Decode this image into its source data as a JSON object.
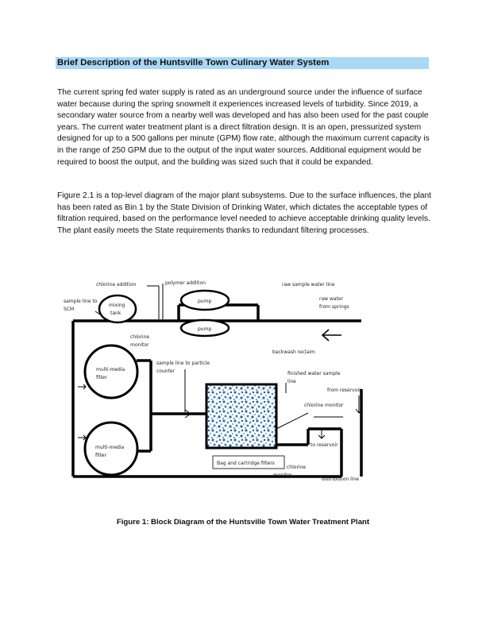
{
  "heading": "Brief Description of the Huntsville Town Culinary Water System",
  "paragraphs": [
    "The current spring fed water supply is rated as an underground source under the influence of surface water because during the spring snowmelt it experiences increased levels of turbidity. Since 2019, a secondary water source from a nearby well was developed and has also been used for the past couple years. The current water treatment plant is a direct filtration design. It is an open, pressurized system designed for up to a 500 gallons per minute (GPM) flow rate, although the maximum current capacity is in the range of 250 GPM due to the output of the input water sources. Additional equipment would be required to boost the output, and the building was sized such that it could be expanded.",
    "Figure 2.1 is a top-level diagram of the major plant subsystems. Due to the surface influences, the plant has been rated as Bin 1 by the State Division of Drinking Water, which dictates the acceptable types of filtration required, based on the performance level needed to achieve acceptable drinking quality levels. The plant easily meets the State requirements thanks to redundant filtering processes."
  ],
  "diagram": {
    "labels": {
      "chlorine_addition": "chlorine addition",
      "polymer_addition": "polymer addition",
      "raw_sample_water_line": "raw sample water line",
      "sample_line_to_scm_1": "sample line to",
      "sample_line_to_scm_2": "SCM",
      "mixing_tank_1": "mixing",
      "mixing_tank_2": "tank",
      "pump_top": "pump",
      "pump_bottom": "pump",
      "raw_water_1": "raw water",
      "raw_water_2": "from springs",
      "chlorine_monitor_left_1": "chlorine",
      "chlorine_monitor_left_2": "monitor",
      "backwash_reclaim": "backwash reclaim",
      "multimedia_filter_top_1": "multi-media",
      "multimedia_filter_top_2": "filter",
      "multimedia_filter_bottom_1": "multi-media",
      "multimedia_filter_bottom_2": "filter",
      "sample_line_particle_1": "sample line to particle",
      "sample_line_particle_2": "counter",
      "finished_water_sample_1": "finished water sample",
      "finished_water_sample_2": "line",
      "from_reservoir": "from reservoir",
      "chlorine_monitor_right": "chlorine monitor",
      "to_reservoir": "to reservoir",
      "bag_cartridge_filters": "Bag and cartridge filters",
      "chlorine_monitor_bottom_1": "chlorine",
      "chlorine_monitor_bottom_2": "monitor",
      "distribution_line": "distribution line"
    }
  },
  "caption": "Figure 1:   Block Diagram of the Huntsville Town Water Treatment Plant"
}
